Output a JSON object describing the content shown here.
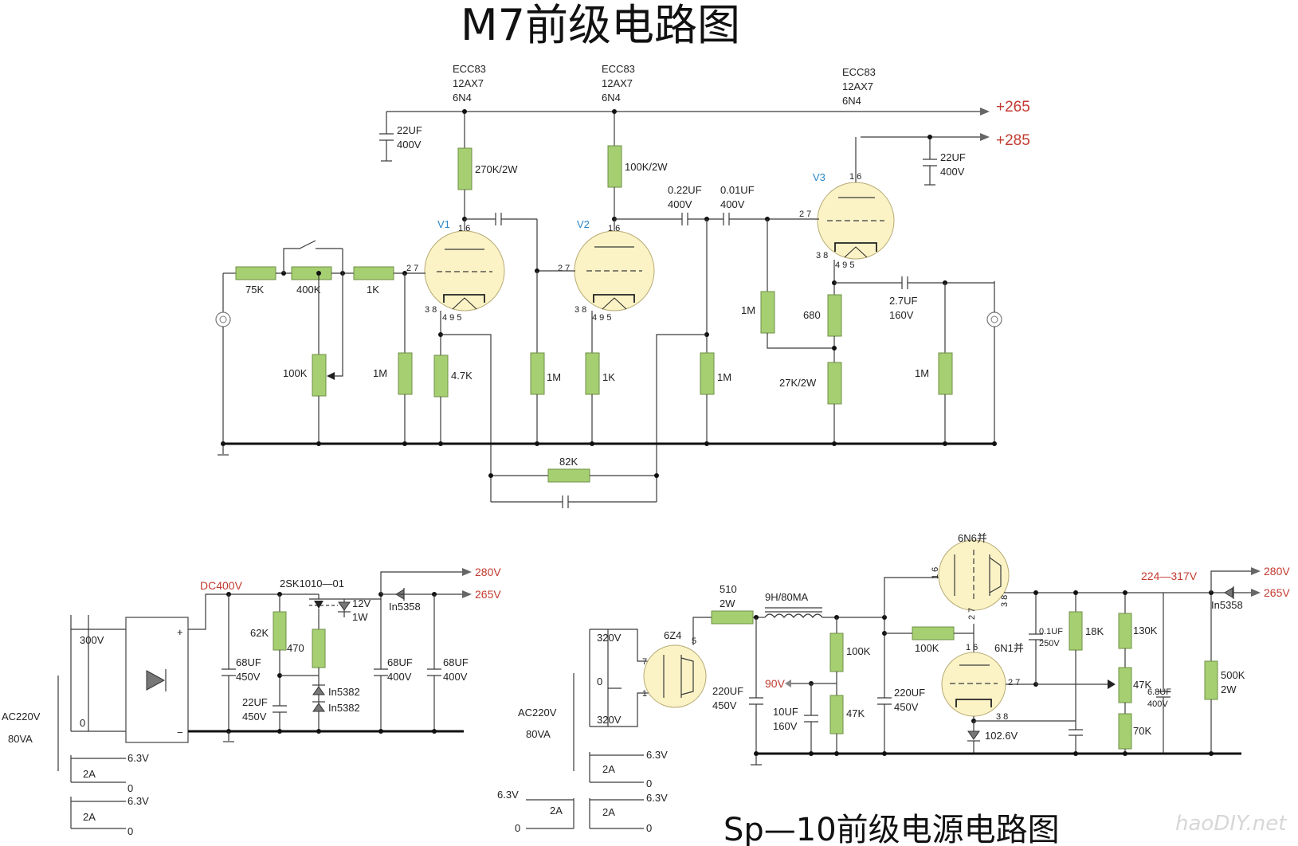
{
  "title_main": "M7前级电路图",
  "title_psu": "Sp—10前级电源电路图",
  "watermark": "haoDIY.net",
  "tubes": {
    "v1": {
      "id": "V1",
      "types": [
        "ECC83",
        "12AX7",
        "6N4"
      ],
      "pins_top": "1 6",
      "pin_grid": "2 7",
      "pins_cath": "3 8",
      "pins_heater": "4 9 5"
    },
    "v2": {
      "id": "V2",
      "types": [
        "ECC83",
        "12AX7",
        "6N4"
      ],
      "pins_top": "1 6",
      "pin_grid": "2 7",
      "pins_cath": "3 8",
      "pins_heater": "4 9 5"
    },
    "v3": {
      "id": "V3",
      "types": [
        "ECC83",
        "12AX7",
        "6N4"
      ],
      "pins_top": "1 6",
      "pin_grid": "2 7",
      "pins_cath": "3 8",
      "pins_heater": "4 9 5"
    }
  },
  "rails": {
    "b265": "+265",
    "b285": "+285"
  },
  "preamp": {
    "c_supply1": [
      "22UF",
      "400V"
    ],
    "c_supply2": [
      "22UF",
      "400V"
    ],
    "r_v1_plate": "270K/2W",
    "r_v2_plate": "100K/2W",
    "c_coup_a": [
      "0.22UF",
      "400V"
    ],
    "c_coup_b": [
      "0.01UF",
      "400V"
    ],
    "c_out": [
      "2.7UF",
      "160V"
    ],
    "r75k": "75K",
    "r400k": "400K",
    "r1k_in": "1K",
    "pot100k": "100K",
    "r1m_a": "1M",
    "r4k7": "4.7K",
    "r1m_b": "1M",
    "r1k_v2": "1K",
    "r1m_c": "1M",
    "r1m_d": "1M",
    "r680": "680",
    "r27k": "27K/2W",
    "r1m_e": "1M",
    "r82k": "82K"
  },
  "psu_left": {
    "dc400": "DC400V",
    "mosfet": "2SK1010—01",
    "v280": "280V",
    "v265": "265V",
    "sec300": "300V",
    "sec0": "0",
    "ac": "AC220V",
    "va": "80VA",
    "plus": "+",
    "minus": "−",
    "r62k": "62K",
    "r470": "470",
    "z12": "12V",
    "z1w": "1W",
    "d5358": "In5358",
    "z5382a": "In5382",
    "z5382b": "In5382",
    "c68a": [
      "68UF",
      "450V"
    ],
    "c22": [
      "22UF",
      "450V"
    ],
    "c68b": [
      "68UF",
      "400V"
    ],
    "c68c": [
      "68UF",
      "400V"
    ],
    "h1": "6.3V",
    "h1a": "2A",
    "h1z": "0",
    "h2": "6.3V",
    "h2a": "2A",
    "h2z": "0"
  },
  "psu_right": {
    "sec320a": "320V",
    "sec0": "0",
    "sec320b": "320V",
    "ac": "AC220V",
    "va": "80VA",
    "rect": "6Z4",
    "p7": "7",
    "p5": "5",
    "p1": "1",
    "r510": [
      "510",
      "2W"
    ],
    "choke": "9H/80MA",
    "c220a": [
      "220UF",
      "450V"
    ],
    "v90": "90V",
    "c10": [
      "10UF",
      "160V"
    ],
    "r100ka": "100K",
    "r47ka": "47K",
    "r100kb": "100K",
    "c220b": [
      "220UF",
      "450V"
    ],
    "t6n6": "6N6并",
    "t6n1": "6N1并",
    "d1026": "102.6V",
    "v224": "224—317V",
    "v280": "280V",
    "v265": "265V",
    "d5358": "In5358",
    "c01": [
      "0.1UF",
      "250V"
    ],
    "r18k": "18K",
    "r130k": "130K",
    "r47kb": "47K",
    "r70k": "70K",
    "c68": [
      "6.8UF",
      "400V"
    ],
    "r500k": [
      "500K",
      "2W"
    ],
    "h63a": "6.3V",
    "h2a": "2A",
    "h0a": "0",
    "h63l": "6.3V",
    "h2al": "2A",
    "h0l": "0",
    "h63b": "6.3V",
    "h2b": "2A",
    "h0b": "0",
    "p16": "1 6",
    "p27": "2 7",
    "p38": "3 8",
    "p16b": "1 6",
    "p27b": "2 7",
    "p38b": "3 8"
  }
}
